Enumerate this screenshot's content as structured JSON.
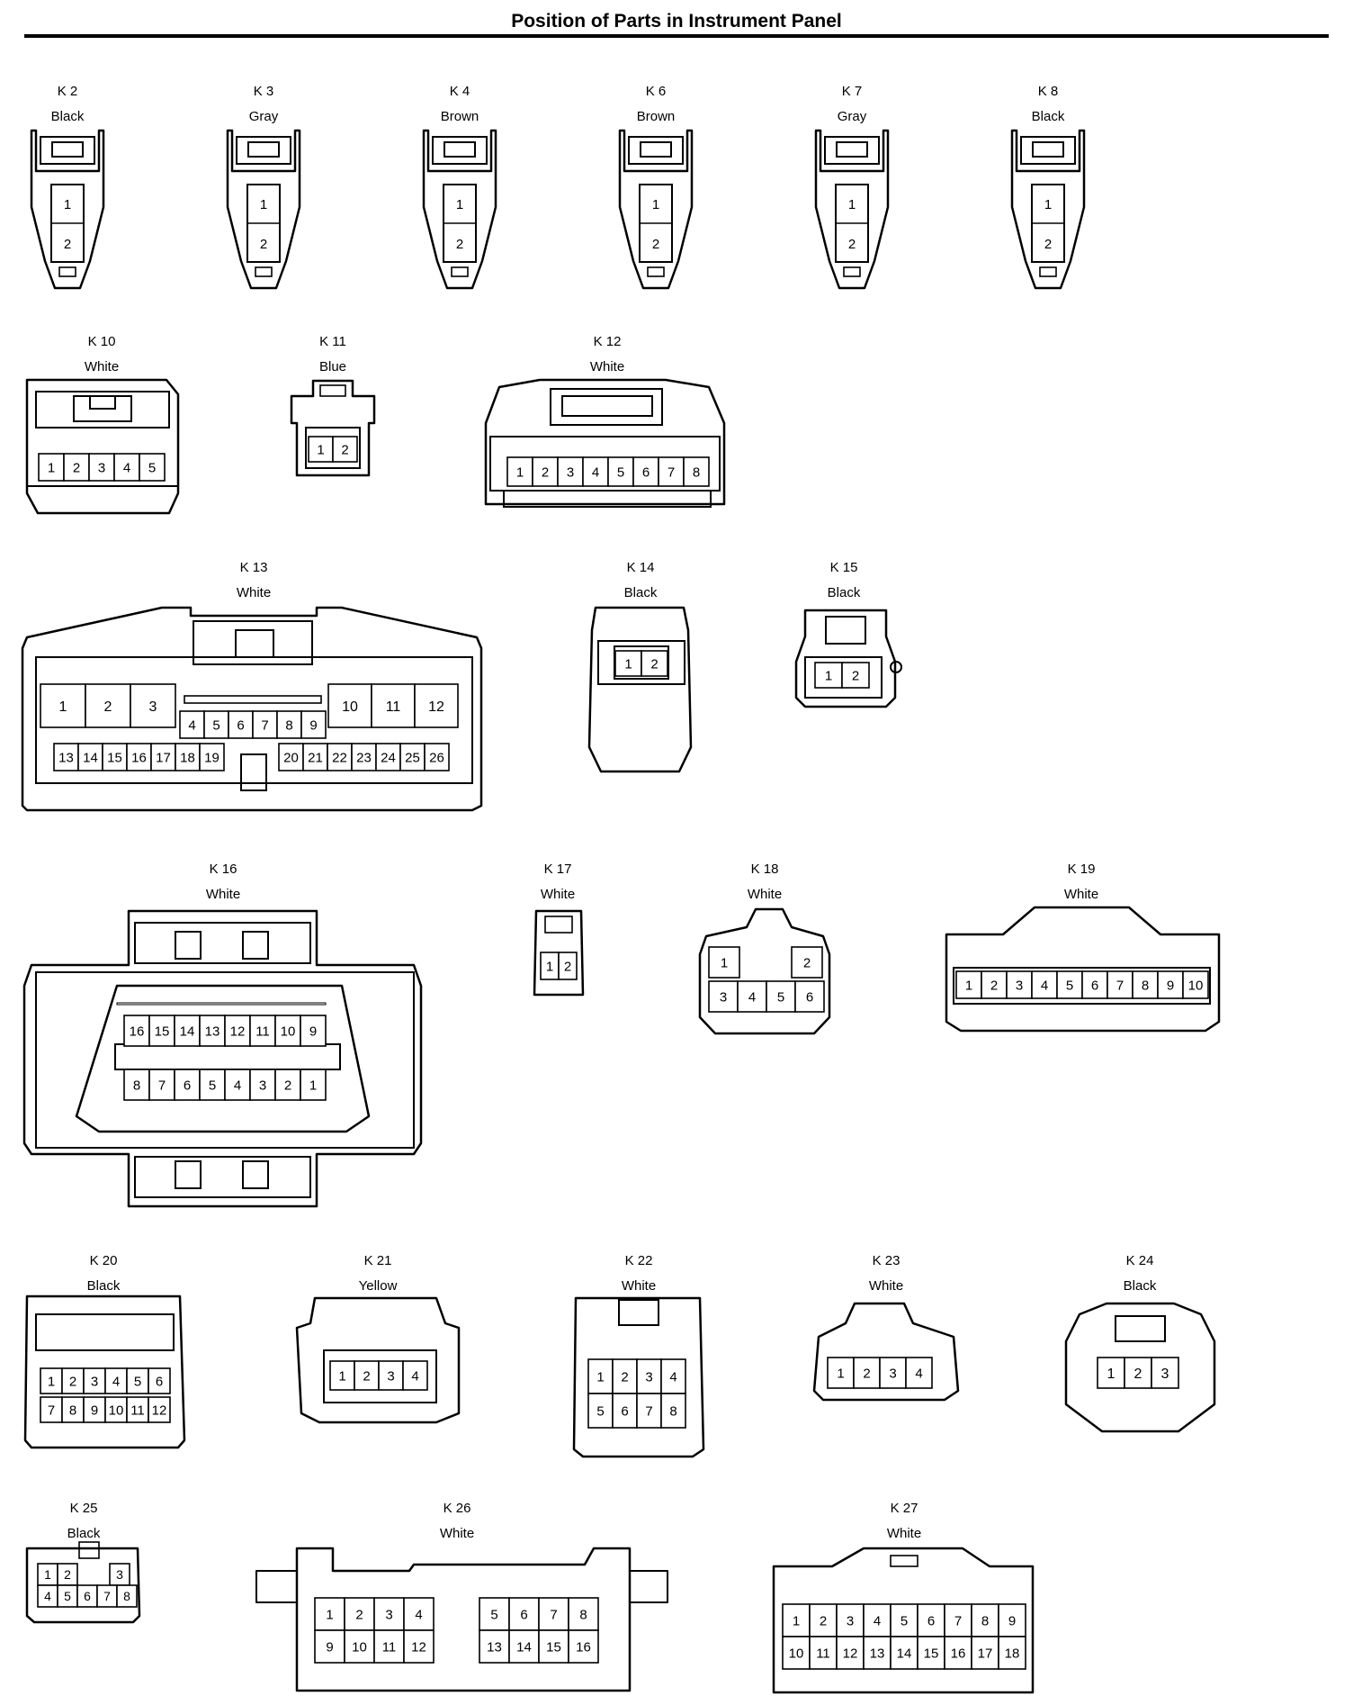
{
  "title": "Position of Parts in Instrument Panel",
  "connectors": [
    {
      "id": "K 2",
      "color": "Black",
      "pins": [
        "1",
        "2"
      ]
    },
    {
      "id": "K 3",
      "color": "Gray",
      "pins": [
        "1",
        "2"
      ]
    },
    {
      "id": "K 4",
      "color": "Brown",
      "pins": [
        "1",
        "2"
      ]
    },
    {
      "id": "K 6",
      "color": "Brown",
      "pins": [
        "1",
        "2"
      ]
    },
    {
      "id": "K 7",
      "color": "Gray",
      "pins": [
        "1",
        "2"
      ]
    },
    {
      "id": "K 8",
      "color": "Black",
      "pins": [
        "1",
        "2"
      ]
    },
    {
      "id": "K 10",
      "color": "White",
      "pins": [
        "1",
        "2",
        "3",
        "4",
        "5"
      ]
    },
    {
      "id": "K 11",
      "color": "Blue",
      "pins": [
        "1",
        "2"
      ]
    },
    {
      "id": "K 12",
      "color": "White",
      "pins": [
        "1",
        "2",
        "3",
        "4",
        "5",
        "6",
        "7",
        "8"
      ]
    },
    {
      "id": "K 13",
      "color": "White",
      "pins": [
        "1",
        "2",
        "3",
        "10",
        "11",
        "12",
        "4",
        "5",
        "6",
        "7",
        "8",
        "9",
        "13",
        "14",
        "15",
        "16",
        "17",
        "18",
        "19",
        "20",
        "21",
        "22",
        "23",
        "24",
        "25",
        "26"
      ]
    },
    {
      "id": "K 14",
      "color": "Black",
      "pins": [
        "1",
        "2"
      ]
    },
    {
      "id": "K 15",
      "color": "Black",
      "pins": [
        "1",
        "2"
      ]
    },
    {
      "id": "K 16",
      "color": "White",
      "pins": [
        "16",
        "15",
        "14",
        "13",
        "12",
        "11",
        "10",
        "9",
        "8",
        "7",
        "6",
        "5",
        "4",
        "3",
        "2",
        "1"
      ]
    },
    {
      "id": "K 17",
      "color": "White",
      "pins": [
        "1",
        "2"
      ]
    },
    {
      "id": "K 18",
      "color": "White",
      "pins": [
        "1",
        "2",
        "3",
        "4",
        "5",
        "6"
      ]
    },
    {
      "id": "K 19",
      "color": "White",
      "pins": [
        "1",
        "2",
        "3",
        "4",
        "5",
        "6",
        "7",
        "8",
        "9",
        "10"
      ]
    },
    {
      "id": "K 20",
      "color": "Black",
      "pins": [
        "1",
        "2",
        "3",
        "4",
        "5",
        "6",
        "7",
        "8",
        "9",
        "10",
        "11",
        "12"
      ]
    },
    {
      "id": "K 21",
      "color": "Yellow",
      "pins": [
        "1",
        "2",
        "3",
        "4"
      ]
    },
    {
      "id": "K 22",
      "color": "White",
      "pins": [
        "1",
        "2",
        "3",
        "4",
        "5",
        "6",
        "7",
        "8"
      ]
    },
    {
      "id": "K 23",
      "color": "White",
      "pins": [
        "1",
        "2",
        "3",
        "4"
      ]
    },
    {
      "id": "K 24",
      "color": "Black",
      "pins": [
        "1",
        "2",
        "3"
      ]
    },
    {
      "id": "K 25",
      "color": "Black",
      "pins": [
        "1",
        "2",
        "3",
        "4",
        "5",
        "6",
        "7",
        "8"
      ]
    },
    {
      "id": "K 26",
      "color": "White",
      "pins": [
        "1",
        "2",
        "3",
        "4",
        "9",
        "10",
        "11",
        "12",
        "5",
        "6",
        "7",
        "8",
        "13",
        "14",
        "15",
        "16"
      ]
    },
    {
      "id": "K 27",
      "color": "White",
      "pins": [
        "1",
        "2",
        "3",
        "4",
        "5",
        "6",
        "7",
        "8",
        "9",
        "10",
        "11",
        "12",
        "13",
        "14",
        "15",
        "16",
        "17",
        "18"
      ]
    }
  ]
}
